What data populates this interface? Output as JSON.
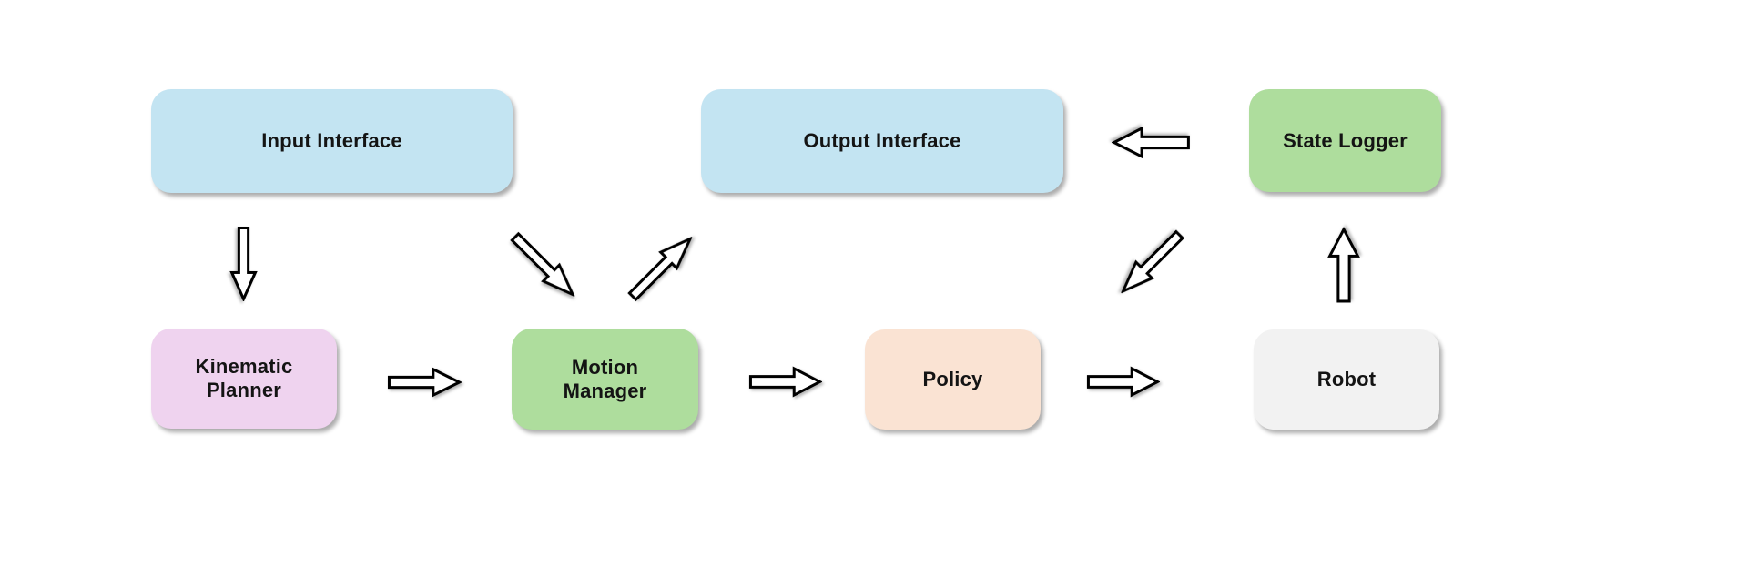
{
  "diagram": {
    "background_color": "#ffffff",
    "text_color": "#141414",
    "arrow_style": {
      "fill": "#ffffff",
      "stroke": "#000000"
    },
    "nodes": {
      "input_interface": {
        "label": "Input Interface",
        "color": "#c3e4f2"
      },
      "output_interface": {
        "label": "Output Interface",
        "color": "#c3e4f2"
      },
      "state_logger": {
        "label": "State Logger",
        "color": "#aedd9d"
      },
      "kinematic_planner": {
        "label": "Kinematic\nPlanner",
        "color": "#efd3ef"
      },
      "motion_manager": {
        "label": "Motion\nManager",
        "color": "#aedd9d"
      },
      "policy": {
        "label": "Policy",
        "color": "#fae3d3"
      },
      "robot": {
        "label": "Robot",
        "color": "#f2f2f2"
      }
    },
    "edges": [
      {
        "from": "Input Interface",
        "to": "Kinematic Planner",
        "direction": "down"
      },
      {
        "from": "Input Interface",
        "to": "Motion Manager",
        "direction": "down-right"
      },
      {
        "from": "Kinematic Planner",
        "to": "Motion Manager",
        "direction": "right"
      },
      {
        "from": "Motion Manager",
        "to": "Output Interface",
        "direction": "up-right"
      },
      {
        "from": "Motion Manager",
        "to": "Policy",
        "direction": "right"
      },
      {
        "from": "Policy",
        "to": "Robot",
        "direction": "right"
      },
      {
        "from": "Robot",
        "to": "State Logger",
        "direction": "up"
      },
      {
        "from": "State Logger",
        "to": "Output Interface",
        "direction": "left"
      },
      {
        "from": "State Logger",
        "to": "Policy",
        "direction": "down-left"
      }
    ]
  }
}
